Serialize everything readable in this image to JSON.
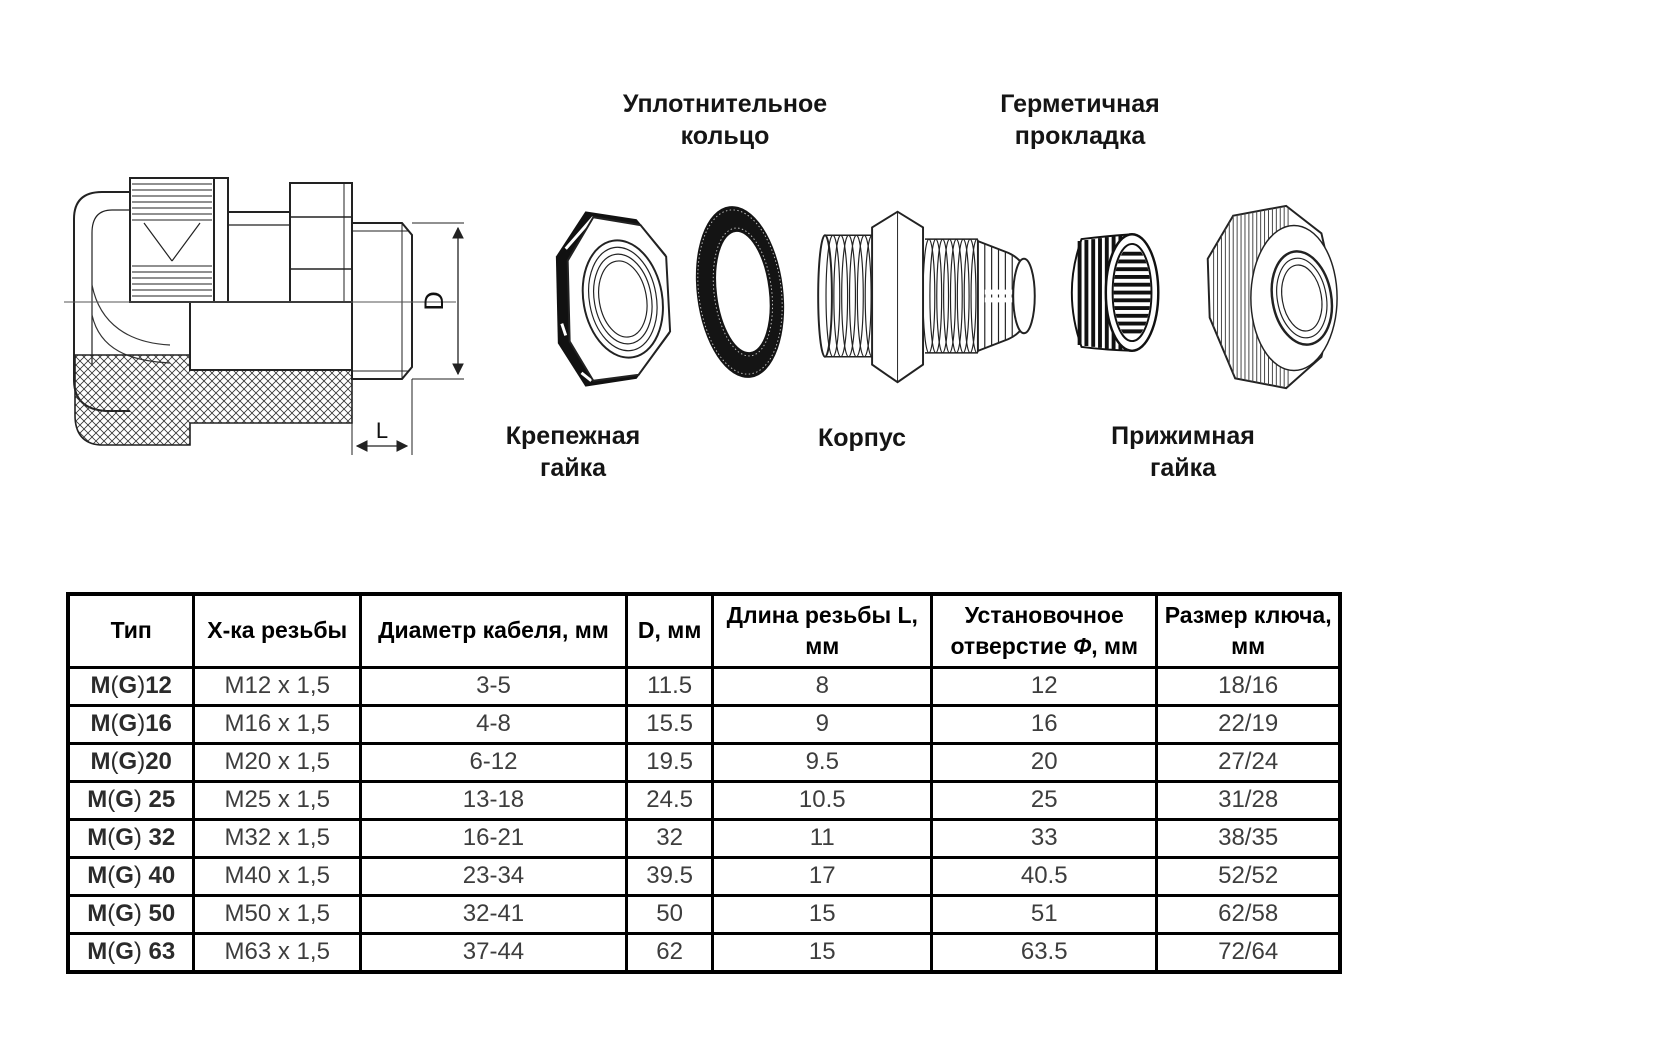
{
  "figure": {
    "part_labels": {
      "seal_ring": "Уплотнительное\nкольцо",
      "gasket": "Герметичная\nпрокладка",
      "fastening_nut": "Крепежная\nгайка",
      "body": "Корпус",
      "clamping_nut": "Прижимная\nгайка"
    },
    "dimensions": {
      "diameter": "D",
      "length": "L"
    }
  },
  "table": {
    "columns": [
      {
        "key": "type",
        "label": "Тип"
      },
      {
        "key": "thread",
        "label": "Х-ка резьбы"
      },
      {
        "key": "cable",
        "label": "Диаметр кабеля, мм"
      },
      {
        "key": "d",
        "label": "D, мм"
      },
      {
        "key": "length",
        "label": "Длина резьбы L,\nмм"
      },
      {
        "key": "hole",
        "label": "Установочное\nотверстие Ф, мм"
      },
      {
        "key": "wrench",
        "label": "Размер ключа,\nмм"
      }
    ],
    "rows": [
      {
        "type": "M(G)12",
        "thread": "M12 x 1,5",
        "cable": "3-5",
        "d": "11.5",
        "length": "8",
        "hole": "12",
        "wrench": "18/16"
      },
      {
        "type": "M(G)16",
        "thread": "M16 x 1,5",
        "cable": "4-8",
        "d": "15.5",
        "length": "9",
        "hole": "16",
        "wrench": "22/19"
      },
      {
        "type": "M(G)20",
        "thread": "M20 x 1,5",
        "cable": "6-12",
        "d": "19.5",
        "length": "9.5",
        "hole": "20",
        "wrench": "27/24"
      },
      {
        "type": "M(G) 25",
        "thread": "M25 x 1,5",
        "cable": "13-18",
        "d": "24.5",
        "length": "10.5",
        "hole": "25",
        "wrench": "31/28"
      },
      {
        "type": "M(G) 32",
        "thread": "M32 x 1,5",
        "cable": "16-21",
        "d": "32",
        "length": "11",
        "hole": "33",
        "wrench": "38/35"
      },
      {
        "type": "M(G) 40",
        "thread": "M40 x 1,5",
        "cable": "23-34",
        "d": "39.5",
        "length": "17",
        "hole": "40.5",
        "wrench": "52/52"
      },
      {
        "type": "M(G) 50",
        "thread": "M50 x 1,5",
        "cable": "32-41",
        "d": "50",
        "length": "15",
        "hole": "51",
        "wrench": "62/58"
      },
      {
        "type": "M(G) 63",
        "thread": "M63 x 1,5",
        "cable": "37-44",
        "d": "62",
        "length": "15",
        "hole": "63.5",
        "wrench": "72/64"
      }
    ]
  }
}
